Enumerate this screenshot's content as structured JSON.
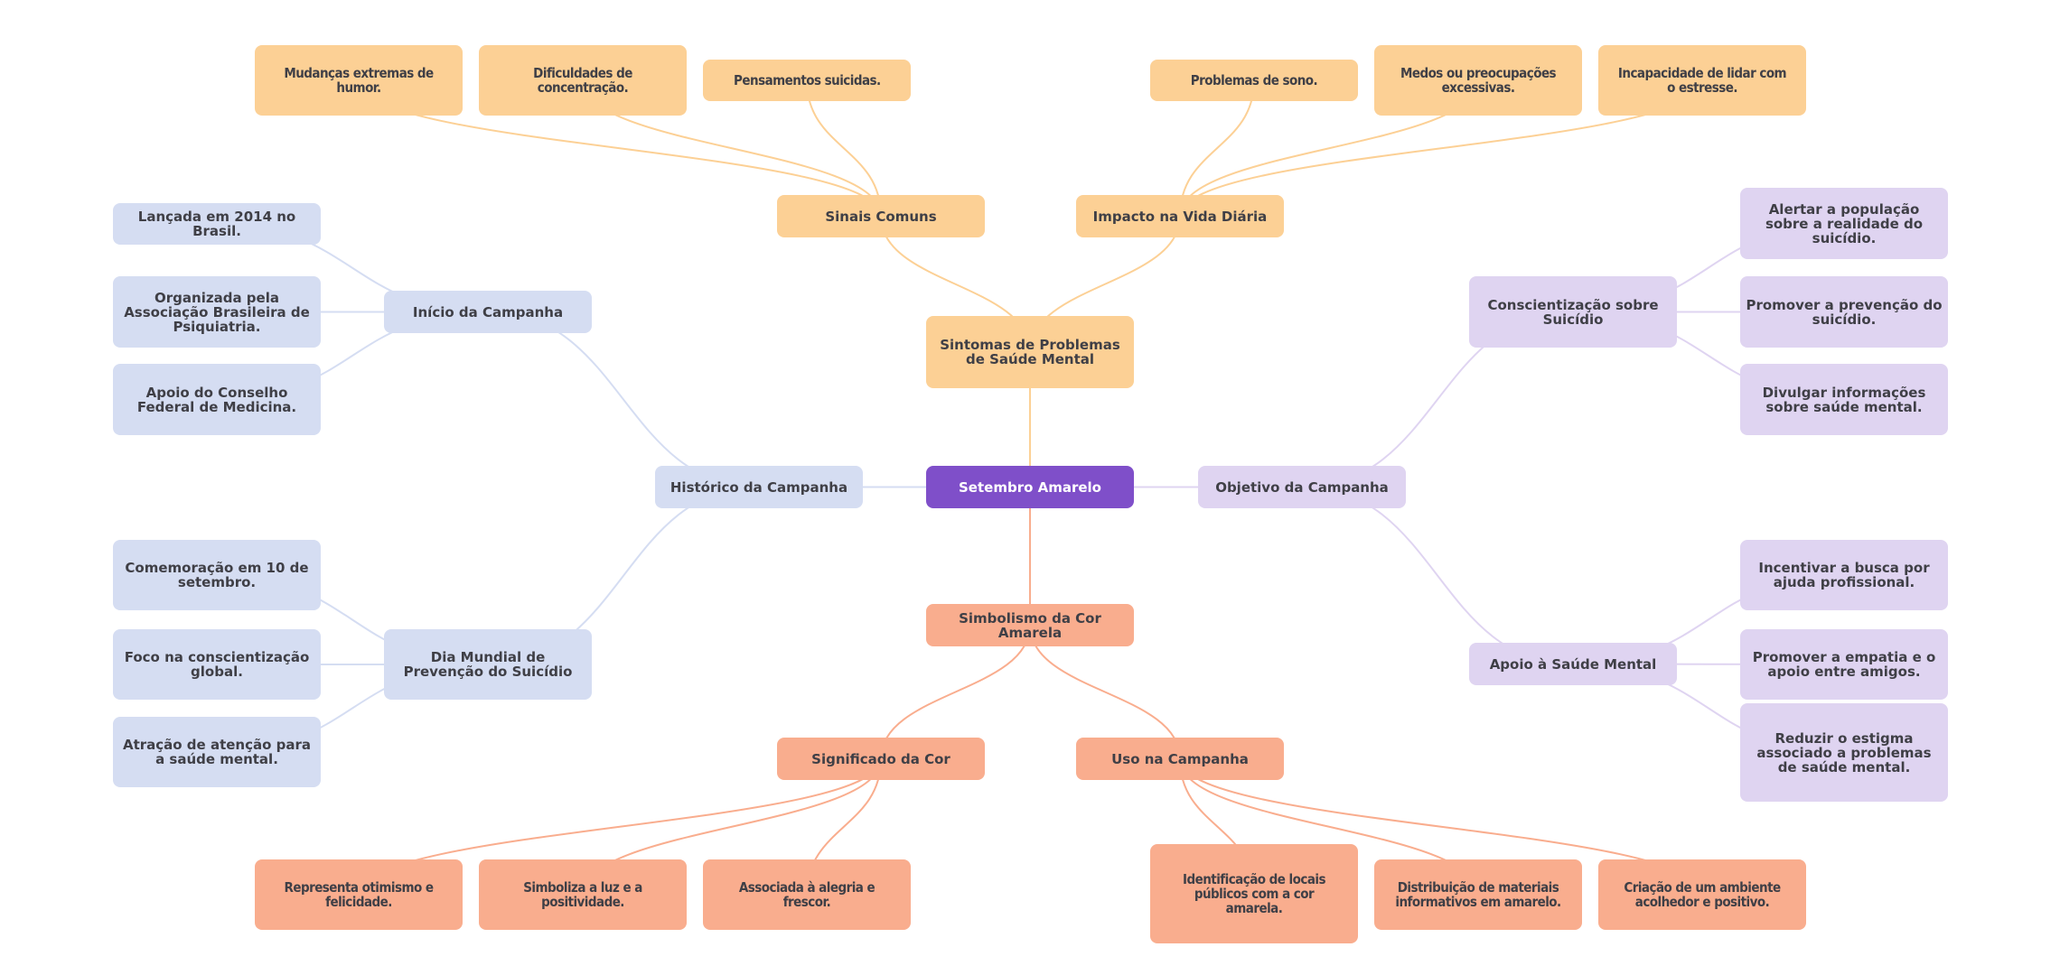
{
  "title": "Setembro Amarelo",
  "colors": {
    "root": "#7f4fc9",
    "symptoms_branch": "#fcd095",
    "history_branch": "#d5ddf2",
    "objective_branch": "#dfd4f1",
    "symbolism_branch": "#f9ad8e",
    "text": "#3f3f46",
    "root_text": "#ffffff"
  },
  "mindmap": {
    "root": "Setembro Amarelo",
    "symptoms": {
      "label": "Sintomas de Problemas de Saúde Mental",
      "sinais": {
        "label": "Sinais Comuns",
        "items": [
          "Mudanças extremas de humor.",
          "Dificuldades de concentração.",
          "Pensamentos suicidas."
        ]
      },
      "impacto": {
        "label": "Impacto na Vida Diária",
        "items": [
          "Problemas de sono.",
          "Medos ou preocupações excessivas.",
          "Incapacidade de lidar com o estresse."
        ]
      }
    },
    "history": {
      "label": "Histórico da Campanha",
      "inicio": {
        "label": "Início da Campanha",
        "items": [
          "Lançada em 2014 no Brasil.",
          "Organizada pela Associação Brasileira de Psiquiatria.",
          "Apoio do Conselho Federal de Medicina."
        ]
      },
      "dia": {
        "label": "Dia Mundial de Prevenção do Suicídio",
        "items": [
          "Comemoração em 10 de setembro.",
          "Foco na conscientização global.",
          "Atração de atenção para a saúde mental."
        ]
      }
    },
    "objective": {
      "label": "Objetivo da Campanha",
      "conscientizacao": {
        "label": "Conscientização sobre Suicídio",
        "items": [
          "Alertar a população sobre a realidade do suicídio.",
          "Promover a prevenção do suicídio.",
          "Divulgar informações sobre saúde mental."
        ]
      },
      "apoio": {
        "label": "Apoio à Saúde Mental",
        "items": [
          "Incentivar a busca por ajuda profissional.",
          "Promover a empatia e o apoio entre amigos.",
          "Reduzir o estigma associado a problemas de saúde mental."
        ]
      }
    },
    "symbolism": {
      "label": "Simbolismo da Cor Amarela",
      "significado": {
        "label": "Significado da Cor",
        "items": [
          "Representa otimismo e felicidade.",
          "Simboliza a luz e a positividade.",
          "Associada à alegria e frescor."
        ]
      },
      "uso": {
        "label": "Uso na Campanha",
        "items": [
          "Identificação de locais públicos com a cor amarela.",
          "Distribuição de materiais informativos em amarelo.",
          "Criação de um ambiente acolhedor e positivo."
        ]
      }
    }
  }
}
